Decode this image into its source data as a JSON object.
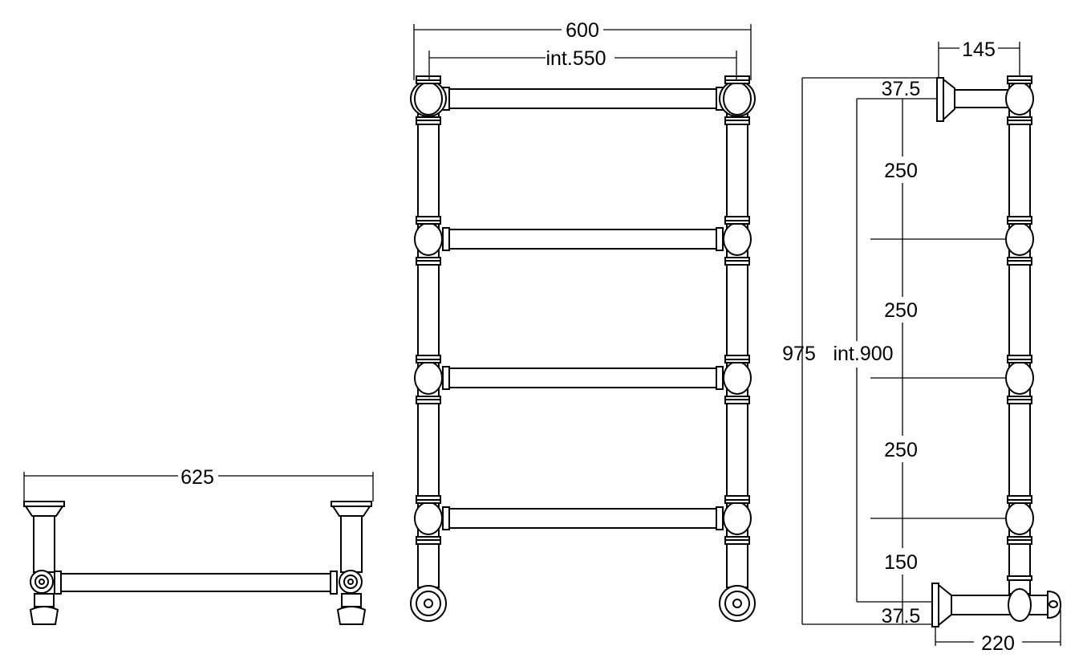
{
  "drawing": {
    "line_color": "#000000",
    "background": "#ffffff",
    "front_view": {
      "width_label": "600",
      "internal_width_label": "int.550",
      "rail_count": 4
    },
    "top_view": {
      "depth_label": "625"
    },
    "side_view": {
      "projection_label": "145",
      "height_label": "975",
      "internal_height_label": "int.900",
      "spacing_labels": [
        "37.5",
        "250",
        "250",
        "250",
        "150",
        "37.5"
      ],
      "base_depth_label": "220"
    }
  }
}
